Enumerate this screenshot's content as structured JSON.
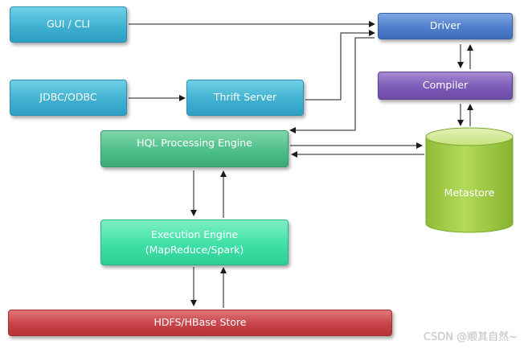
{
  "nodes": {
    "gui_cli": "GUI / CLI",
    "jdbc_odbc": "JDBC/ODBC",
    "thrift_server": "Thrift Server",
    "driver": "Driver",
    "compiler": "Compiler",
    "hql_engine": "HQL Processing Engine",
    "execution_engine_line1": "Execution Engine",
    "execution_engine_line2": "(MapReduce/Spark)",
    "metastore": "Metastore",
    "hdfs_store": "HDFS/HBase Store"
  },
  "watermark": "CSDN @顺其自然~",
  "colors": {
    "teal": "#41b1d2",
    "blue": "#4f7fcc",
    "purple": "#7d5bb8",
    "green": "#4fbf8b",
    "mint": "#3fe0a6",
    "red": "#c84348",
    "metastore": "#a6cc4d",
    "arrow": "#1a1a1a"
  }
}
